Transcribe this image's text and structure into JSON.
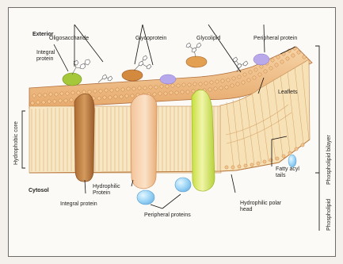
{
  "labels": {
    "exterior": "Exterior",
    "oligosaccharide": "Oligosaccharide",
    "glycoprotein": "Glycoprotein",
    "glycolipid": "Glycolipid",
    "peripheral_protein_top": "Peripheral protein",
    "integral_protein_top_line1": "Integral",
    "integral_protein_top_line2": "protein",
    "leaflets": "Leaflets",
    "hydrophobic_core": "Hydrophobic core",
    "phospholipid_bilayer": "Phospholipid bilayer",
    "phospholipid": "Phospholipid",
    "cytosol": "Cytosol",
    "hydrophilic_protein_line1": "Hydrophilic",
    "hydrophilic_protein_line2": "Protein",
    "integral_protein_bottom": "Integral protein",
    "peripheral_proteins_bottom": "Peripheral proteins",
    "fatty_acyl_line1": "Fatty acyl",
    "fatty_acyl_line2": "tails",
    "hydrophilic_polar_line1": "Hydrophilic polar",
    "hydrophilic_polar_line2": "head"
  },
  "colors": {
    "frame": "#6f6b66",
    "head_fill": "#f2c58d",
    "head_stroke": "#b56a35",
    "tail_line": "#d8a86b",
    "integral_protein_left": "#c98645",
    "integral_protein_mid": "#f1c79a",
    "glycolipid_green": "#c8e24a",
    "peripheral_blue": "#9fd3f4",
    "peripheral_purple": "#b8a8e8"
  }
}
